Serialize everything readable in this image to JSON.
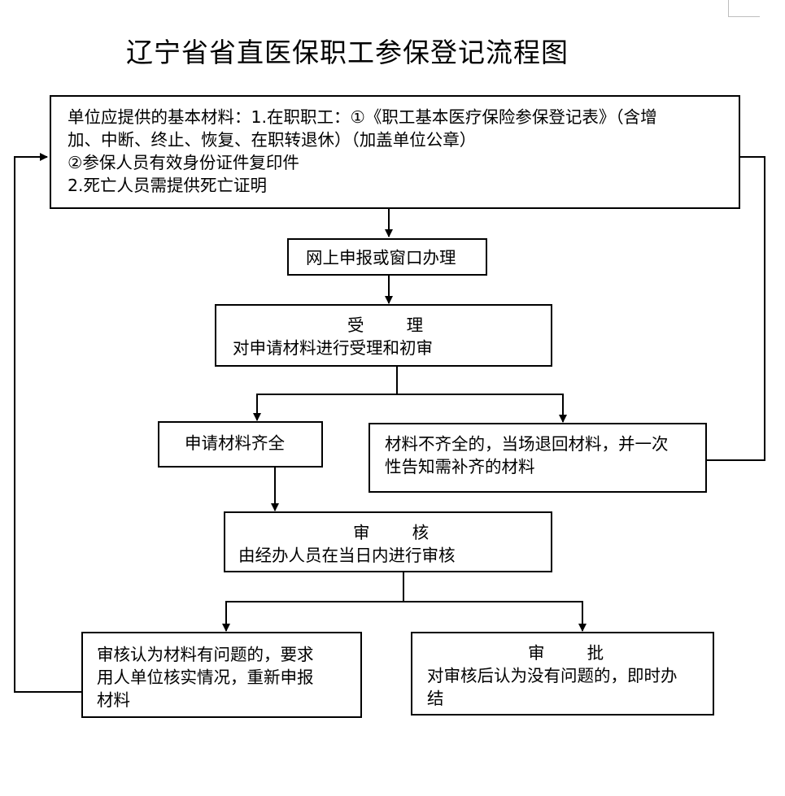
{
  "title": "辽宁省省直医保职工参保登记流程图",
  "box_materials": {
    "lines": [
      "单位应提供的基本材料：1.在职职工：①《职工基本医疗保险参保登记表》（含增",
      "加、中断、终止、恢复、在职转退休）（加盖单位公章）",
      "②参保人员有效身份证件复印件",
      "2.死亡人员需提供死亡证明"
    ]
  },
  "box_submit": {
    "text": "网上申报或窗口办理"
  },
  "box_accept": {
    "heading": "受        理",
    "text": "对申请材料进行受理和初审"
  },
  "box_complete": {
    "text": "申请材料齐全"
  },
  "box_incomplete": {
    "lines": [
      "材料不齐全的，当场退回材料，并一次",
      "性告知需补齐的材料"
    ]
  },
  "box_review": {
    "heading": "审        核",
    "text": "由经办人员在当日内进行审核"
  },
  "box_problem": {
    "lines": [
      "审核认为材料有问题的，要求",
      "用人单位核实情况，重新申报",
      "材料"
    ]
  },
  "box_approve": {
    "heading": "审        批",
    "lines": [
      "对审核后认为没有问题的，即时办",
      "结"
    ]
  }
}
